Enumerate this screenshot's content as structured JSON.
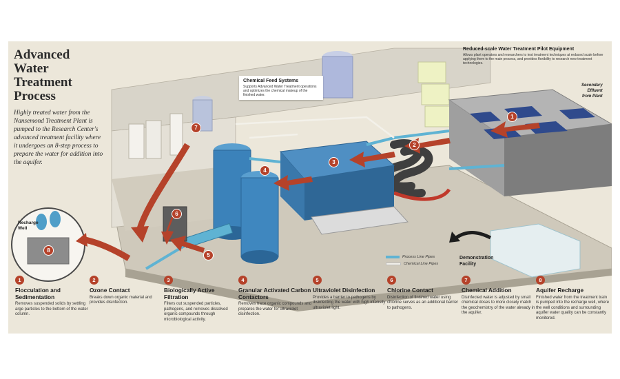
{
  "title_lines": [
    "Advanced",
    "Water",
    "Treatment",
    "Process"
  ],
  "intro": "Highly treated water from the Nansemond Treatment Plant is pumped to the Research Center's advanced treatment facility where it undergoes an 8-step process to prepare the water for addition into the aquifer.",
  "pilot": {
    "title": "Reduced-scale Water Treatment Pilot Equipment",
    "desc": "Allows plant operators and researchers to test treatment techniques at reduced scale before applying them to the main process, and provides flexibility to research new treatment technologies."
  },
  "chemical_feed": {
    "title": "Chemical Feed Systems",
    "desc": "Supports Advanced Water Treatment operations and optimizes the chemical makeup of the finished water."
  },
  "secondary_effluent": [
    "Secondary",
    "Effluent",
    "from Plant"
  ],
  "recharge_well": [
    "Recharge",
    "Well"
  ],
  "demo_facility": [
    "Demonstration",
    "Facility"
  ],
  "legend": {
    "process": "Process Line Pipes",
    "chemical": "Chemical Line Pipes"
  },
  "markers": [
    "1",
    "2",
    "3",
    "4",
    "5",
    "6",
    "7",
    "8"
  ],
  "steps": [
    {
      "num": "1",
      "title": "Flocculation and Sedimentation",
      "desc": "Removes suspended solids by settling arge particles to the bottom of the water column."
    },
    {
      "num": "2",
      "title": "Ozone Contact",
      "desc": "Breaks down organic material and provides disinfection."
    },
    {
      "num": "3",
      "title": "Biologically Active Filtration",
      "desc": "Filters out suspended particles, pathogens, and removes dissolved organic compounds through microbiological activity."
    },
    {
      "num": "4",
      "title": "Granular Activated Carbon Contactors",
      "desc": "Removes trace organic compounds and prepares the water for ultraviolet disinfection."
    },
    {
      "num": "5",
      "title": "Ultraviolet Disinfection",
      "desc": "Provides a barrier to pathogens by disinfecting the water with high intensity ultraviolet light."
    },
    {
      "num": "6",
      "title": "Chlorine Contact",
      "desc": "Disinfection of finished water using chlorine serves as an additional barrier to pathogens."
    },
    {
      "num": "7",
      "title": "Chemical Addition",
      "desc": "Disinfected water is adjusted by small chemical doses to more closely match the geochemistry of the water already in the aquifer."
    },
    {
      "num": "8",
      "title": "Aquifer Recharge",
      "desc": "Finished water from the treatment train is pumped into the recharge well, where the well conditions and surrounding aquifer water quality can be constantly monitored."
    }
  ],
  "colors": {
    "process_pipe": "#5fb3d3",
    "chemical_pipe": "#f3f1ea",
    "marker": "#b5422a",
    "arrow": "#b5422a"
  }
}
